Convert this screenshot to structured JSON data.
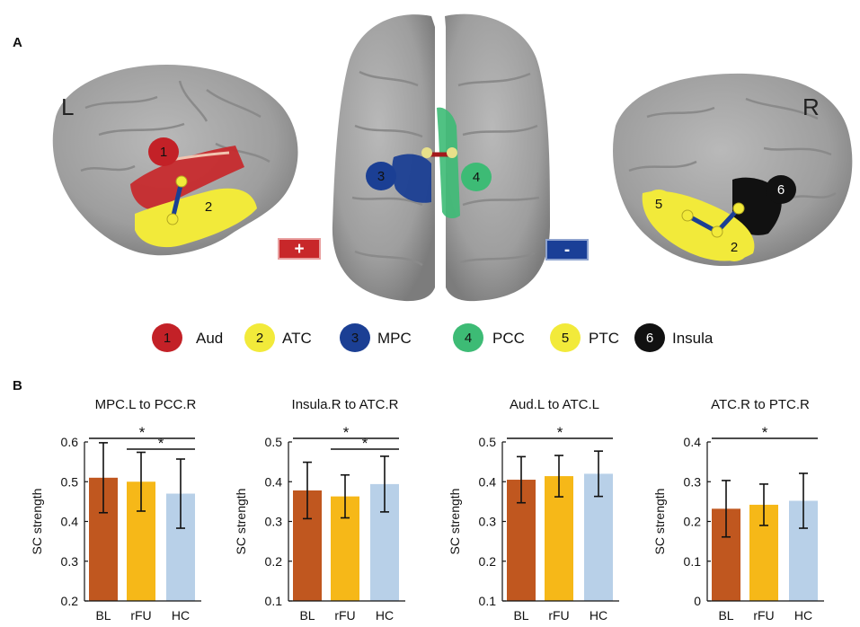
{
  "panels": {
    "a": "A",
    "b": "B"
  },
  "brain": {
    "left_label": "L",
    "right_label": "R",
    "plus_sign": "+",
    "minus_sign": "-",
    "colors": {
      "positive": "#c8272a",
      "negative": "#1a3f97"
    }
  },
  "regions": [
    {
      "num": "1",
      "name": "Aud",
      "color": "#c32127",
      "text_color": "#111111"
    },
    {
      "num": "2",
      "name": "ATC",
      "color": "#f2ea3a",
      "text_color": "#111111"
    },
    {
      "num": "3",
      "name": "MPC",
      "color": "#1b3f94",
      "text_color": "#111111"
    },
    {
      "num": "4",
      "name": "PCC",
      "color": "#3dbb75",
      "text_color": "#111111"
    },
    {
      "num": "5",
      "name": "PTC",
      "color": "#f2ea3a",
      "text_color": "#111111"
    },
    {
      "num": "6",
      "name": "Insula",
      "color": "#111111",
      "text_color": "#ffffff"
    }
  ],
  "bar_colors": [
    "#c0571f",
    "#f6b818",
    "#b8d0e8"
  ],
  "chart_data": [
    {
      "type": "bar",
      "title": "MPC.L to PCC.R",
      "ylabel": "SC strength",
      "categories": [
        "BL",
        "rFU",
        "HC"
      ],
      "values": [
        0.51,
        0.5,
        0.47
      ],
      "error": [
        0.088,
        0.074,
        0.087
      ],
      "ylim": [
        0.2,
        0.6
      ],
      "yticks": [
        "0.2",
        "0.3",
        "0.4",
        "0.5",
        "0.6"
      ],
      "significance": [
        {
          "from": 0,
          "to": 2,
          "label": "*"
        },
        {
          "from": 1,
          "to": 2,
          "label": "*"
        }
      ]
    },
    {
      "type": "bar",
      "title": "Insula.R to ATC.R",
      "ylabel": "SC strength",
      "categories": [
        "BL",
        "rFU",
        "HC"
      ],
      "values": [
        0.378,
        0.363,
        0.394
      ],
      "error": [
        0.071,
        0.054,
        0.07
      ],
      "ylim": [
        0.1,
        0.5
      ],
      "yticks": [
        "0.1",
        "0.2",
        "0.3",
        "0.4",
        "0.5"
      ],
      "significance": [
        {
          "from": 0,
          "to": 2,
          "label": "*"
        },
        {
          "from": 1,
          "to": 2,
          "label": "*"
        }
      ]
    },
    {
      "type": "bar",
      "title": "Aud.L to ATC.L",
      "ylabel": "SC strength",
      "categories": [
        "BL",
        "rFU",
        "HC"
      ],
      "values": [
        0.405,
        0.414,
        0.42
      ],
      "error": [
        0.058,
        0.052,
        0.057
      ],
      "ylim": [
        0.1,
        0.5
      ],
      "yticks": [
        "0.1",
        "0.2",
        "0.3",
        "0.4",
        "0.5"
      ],
      "significance": [
        {
          "from": 0,
          "to": 2,
          "label": "*"
        }
      ]
    },
    {
      "type": "bar",
      "title": "ATC.R to PTC.R",
      "ylabel": "SC strength",
      "categories": [
        "BL",
        "rFU",
        "HC"
      ],
      "values": [
        0.232,
        0.242,
        0.252
      ],
      "error": [
        0.071,
        0.052,
        0.069
      ],
      "ylim": [
        0,
        0.4
      ],
      "yticks": [
        "0",
        "0.1",
        "0.2",
        "0.3",
        "0.4"
      ],
      "significance": [
        {
          "from": 0,
          "to": 2,
          "label": "*"
        }
      ]
    }
  ]
}
